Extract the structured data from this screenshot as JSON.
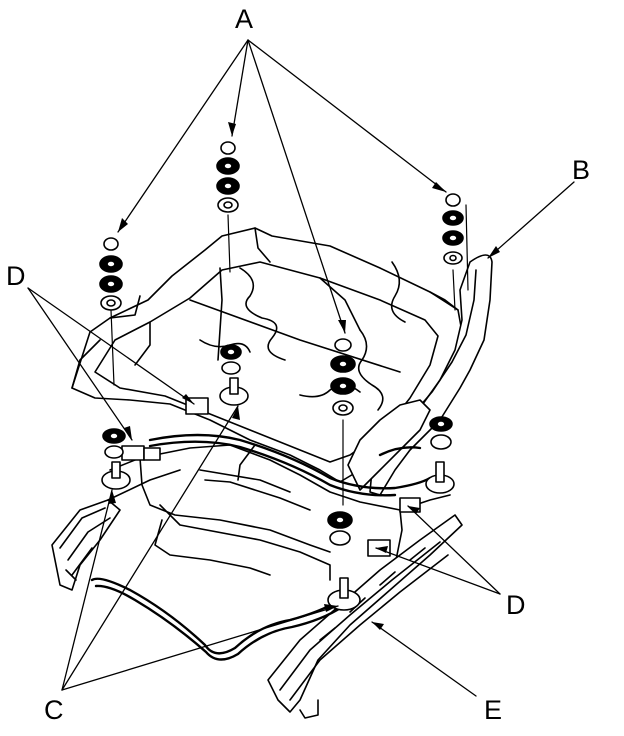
{
  "labels": {
    "A": "A",
    "B": "B",
    "C": "C",
    "D": "D",
    "E": "E"
  },
  "colors": {
    "ink": "#000000",
    "paper": "#ffffff",
    "fill_dark": "#000000",
    "fill_mid": "#9a9a9a"
  }
}
